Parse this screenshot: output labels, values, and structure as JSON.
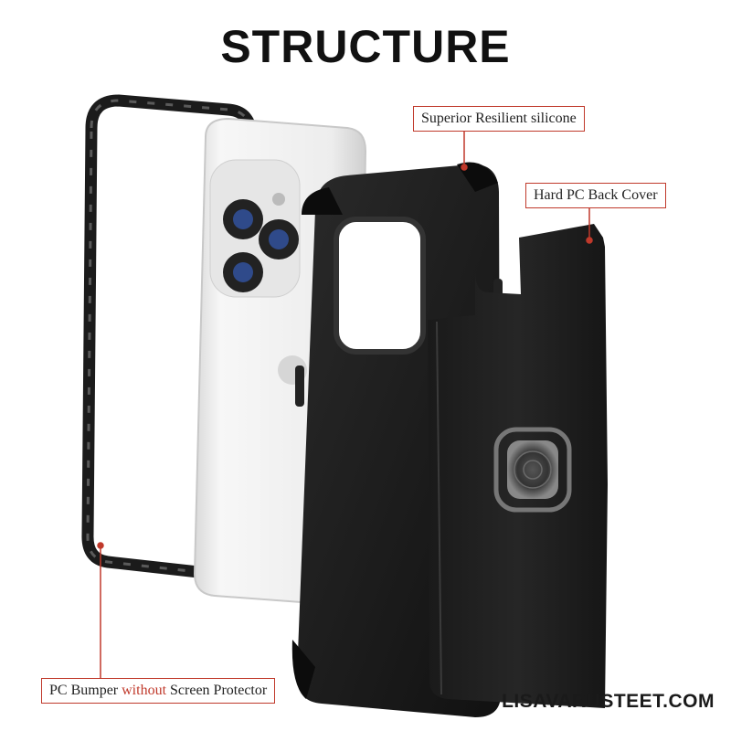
{
  "title": "STRUCTURE",
  "labels": {
    "silicone": "Superior Resilient silicone",
    "back_cover": "Hard PC Back Cover",
    "bumper_part1": "PC Bumper ",
    "bumper_part2": "without",
    "bumper_part3": " Screen Protector"
  },
  "watermark": "LISAVARUSTEET.COM",
  "colors": {
    "accent": "#c0392b",
    "case": "#1c1c1c",
    "phone": "#f2f2f2"
  }
}
